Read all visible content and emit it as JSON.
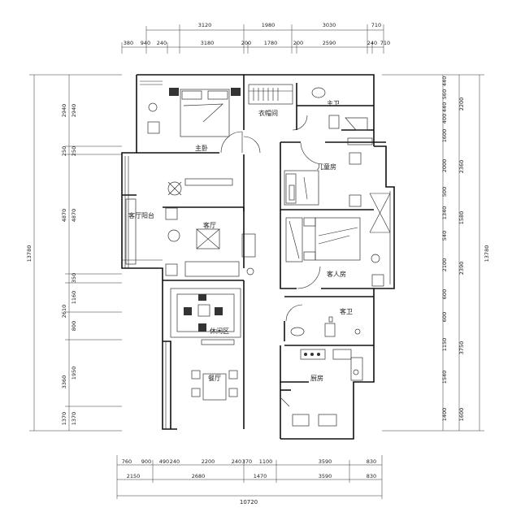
{
  "dims": {
    "top_row1": [
      "3120",
      "1980",
      "3030",
      "710"
    ],
    "top_row2": [
      "380",
      "940",
      "240",
      "3180",
      "200",
      "1780",
      "200",
      "2590",
      "240",
      "710"
    ],
    "bottom_row1": [
      "760",
      "900",
      "490",
      "240",
      "2200",
      "240",
      "370",
      "1100",
      "3590",
      "830"
    ],
    "bottom_row2": [
      "2150",
      "2680",
      "1470",
      "3590",
      "830"
    ],
    "bottom_total": "10720",
    "left_outer": [
      "2940",
      "250",
      "4870",
      "2610",
      "3360",
      "1370"
    ],
    "left_inner": [
      "2940",
      "250",
      "4870",
      "350",
      "1160",
      "800",
      "1950",
      "1370"
    ],
    "left_total": "13780",
    "right_inner": [
      "440",
      "560",
      "440",
      "400",
      "1600",
      "2000",
      "500",
      "1340",
      "540",
      "2100",
      "600",
      "600",
      "1150",
      "1540",
      "1400"
    ],
    "right_outer": [
      "2200",
      "2360",
      "1580",
      "2390",
      "3750",
      "1600"
    ],
    "right_total": "13780"
  },
  "rooms": {
    "master_bedroom": "主卧",
    "walk_in_closet": "衣帽间",
    "master_bath": "主卫",
    "kids_room": "儿童房",
    "living_balcony": "客厅阳台",
    "living_room": "客厅",
    "guest_room": "客人房",
    "leisure_area": "休闲区",
    "guest_bath": "客卫",
    "kitchen": "厨房",
    "dining": "餐厅"
  }
}
